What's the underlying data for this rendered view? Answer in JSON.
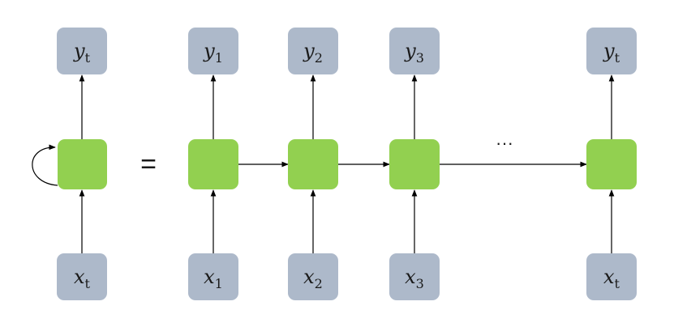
{
  "colors": {
    "io_box": "#adb9ca",
    "cell": "#92d050",
    "arrow": "#000000"
  },
  "folded": {
    "output": {
      "var": "y",
      "sub": "t"
    },
    "input": {
      "var": "x",
      "sub": "t"
    },
    "self_loop": true
  },
  "equals": "=",
  "ellipsis": "···",
  "unrolled": [
    {
      "output": {
        "var": "y",
        "sub": "1"
      },
      "input": {
        "var": "x",
        "sub": "1"
      }
    },
    {
      "output": {
        "var": "y",
        "sub": "2"
      },
      "input": {
        "var": "x",
        "sub": "2"
      }
    },
    {
      "output": {
        "var": "y",
        "sub": "3"
      },
      "input": {
        "var": "x",
        "sub": "3"
      }
    },
    {
      "output": {
        "var": "y",
        "sub": "t"
      },
      "input": {
        "var": "x",
        "sub": "t"
      }
    }
  ]
}
